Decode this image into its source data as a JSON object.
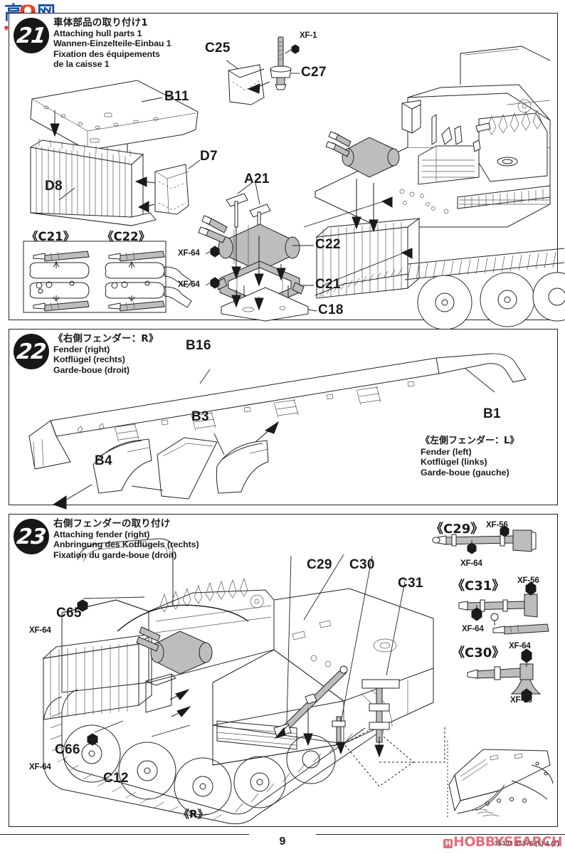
{
  "document": {
    "page_number": "9",
    "watermark_left": {
      "char1": "高",
      "char2": "网",
      "domain": "gao-shou.com"
    },
    "watermark_bottom_right": "HOBBYSEARCH",
    "bottom_code": "35303 35376 (5) 4 (2)"
  },
  "steps": [
    {
      "number": "21",
      "heading": {
        "jp": "車体部品の取り付け1",
        "en": "Attaching hull parts 1",
        "de": "Wannen-Einzelteile-Einbau 1",
        "fr_line1": "Fixation des équipements",
        "fr_line2": "de la caisse 1"
      },
      "labels": [
        {
          "id": "B11",
          "kind": "part"
        },
        {
          "id": "D7",
          "kind": "part"
        },
        {
          "id": "D8",
          "kind": "part"
        },
        {
          "id": "C25",
          "kind": "part"
        },
        {
          "id": "C27",
          "kind": "part"
        },
        {
          "id": "XF-1",
          "kind": "paint"
        },
        {
          "id": "A21",
          "kind": "part"
        },
        {
          "id": "C22",
          "kind": "part"
        },
        {
          "id": "C21",
          "kind": "part"
        },
        {
          "id": "C18",
          "kind": "part"
        },
        {
          "id": "XF-64",
          "kind": "paint"
        },
        {
          "id": "XF-64",
          "kind": "paint"
        }
      ],
      "runner_insets": [
        "《C21》",
        "《C22》"
      ]
    },
    {
      "number": "22",
      "heading": {
        "jp": "《右側フェンダー：R》",
        "en": "Fender (right)",
        "de": "Kotflügel (rechts)",
        "fr": "Garde-boue (droit)"
      },
      "secondary_caption": {
        "jp": "《左側フェンダー：L》",
        "en": "Fender (left)",
        "de": "Kotflügel (links)",
        "fr": "Garde-boue (gauche)"
      },
      "labels": [
        {
          "id": "B16",
          "kind": "part"
        },
        {
          "id": "B1",
          "kind": "part"
        },
        {
          "id": "B3",
          "kind": "part"
        },
        {
          "id": "B4",
          "kind": "part"
        }
      ]
    },
    {
      "number": "23",
      "heading": {
        "jp": "右側フェンダーの取り付け",
        "en": "Attaching fender (right)",
        "de": "Anbringung des Kotflügels (rechts)",
        "fr": "Fixation du garde-boue (droit)"
      },
      "labels": [
        {
          "id": "C65",
          "kind": "part"
        },
        {
          "id": "C66",
          "kind": "part"
        },
        {
          "id": "C12",
          "kind": "part"
        },
        {
          "id": "C29",
          "kind": "part"
        },
        {
          "id": "C30",
          "kind": "part"
        },
        {
          "id": "C31",
          "kind": "part"
        },
        {
          "id": "XF-64",
          "kind": "paint"
        },
        {
          "id": "XF-64",
          "kind": "paint"
        }
      ],
      "side_mark": "《R》",
      "tool_insets": [
        {
          "runner": "《C29》",
          "paints": [
            "XF-56",
            "XF-64"
          ]
        },
        {
          "runner": "《C31》",
          "paints": [
            "XF-56",
            "XF-64"
          ]
        },
        {
          "runner": "《C30》",
          "paints": [
            "XF-64",
            "XF-56"
          ]
        }
      ]
    }
  ]
}
